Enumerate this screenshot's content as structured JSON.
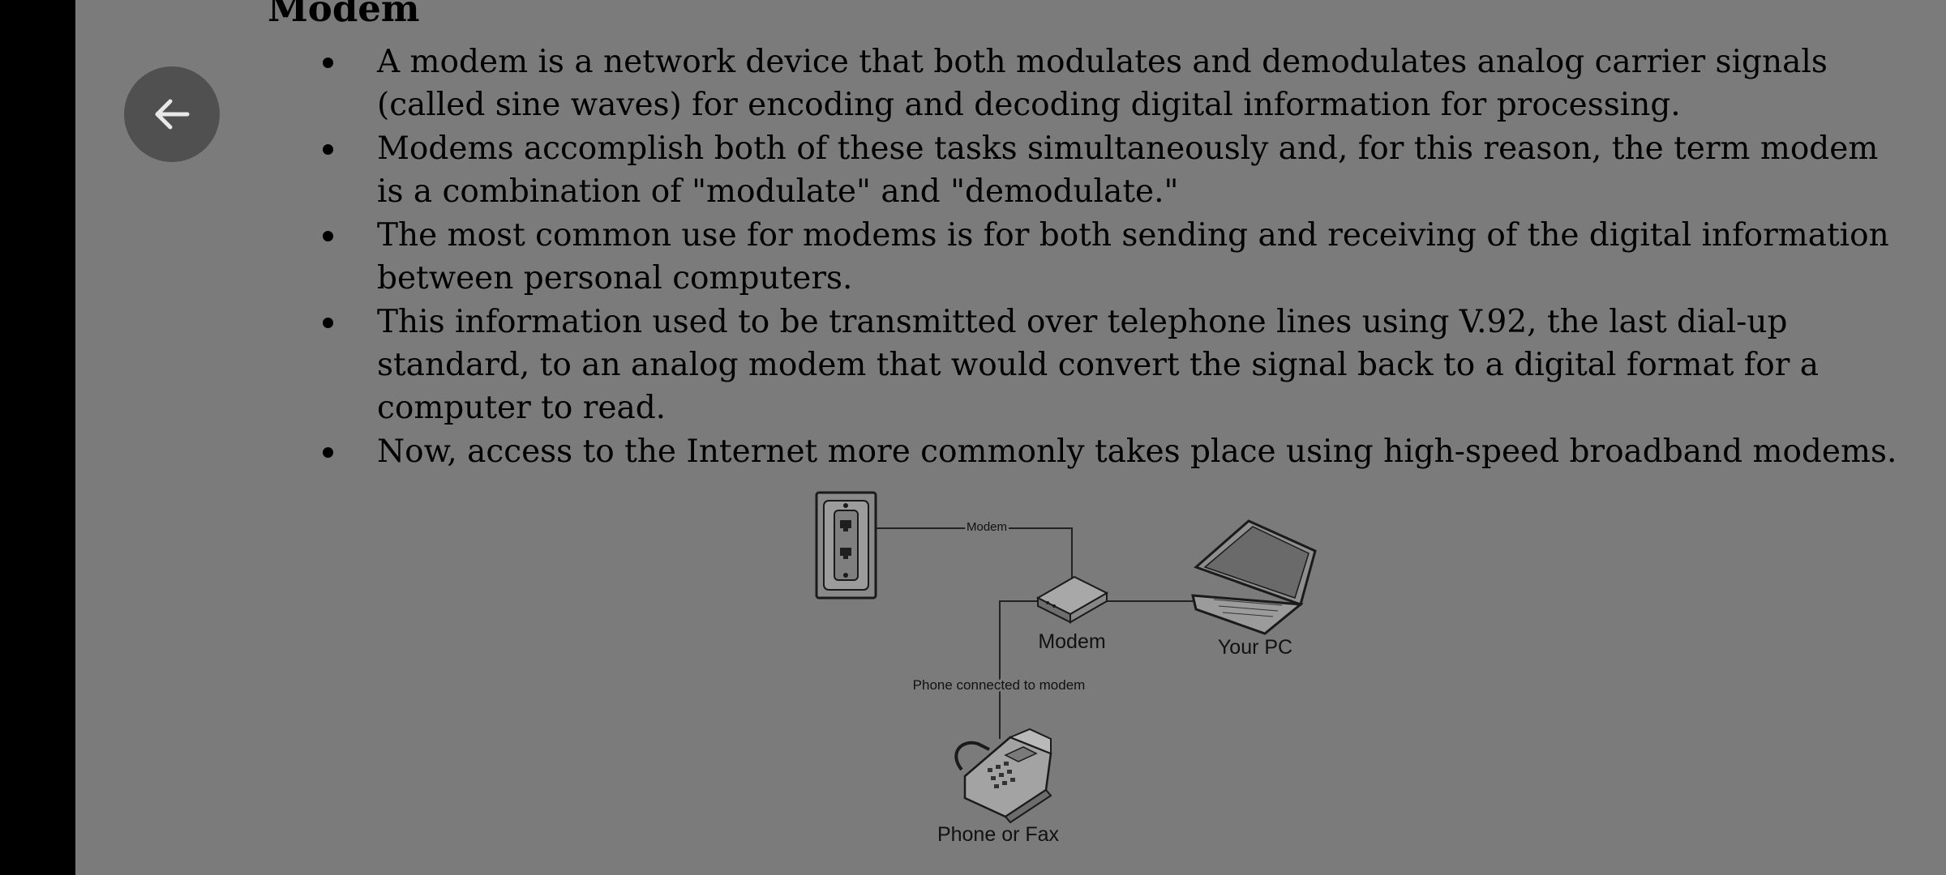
{
  "page": {
    "heading": "Modem",
    "bullets": [
      "A modem is a network device that both modulates and demodulates analog carrier signals (called sine waves) for encoding and decoding digital information for processing.",
      "Modems accomplish both of these tasks simultaneously and, for this reason, the term modem is a combination of \"modulate\" and \"demodulate.\"",
      "The most common use for modems is for both sending and receiving of the digital information between personal computers.",
      "This information used to be transmitted over telephone lines using V.92, the last dial-up standard, to an analog modem that would convert the signal back to a digital format for a computer to read.",
      "Now, access to the Internet more commonly takes place using high-speed broadband modems."
    ]
  },
  "diagram": {
    "line_label": "Modem",
    "modem_label": "Modem",
    "pc_label": "Your PC",
    "phone_line_label": "Phone connected to modem",
    "phone_label": "Phone or Fax"
  },
  "controls": {
    "back_icon": "arrow-left-icon"
  }
}
